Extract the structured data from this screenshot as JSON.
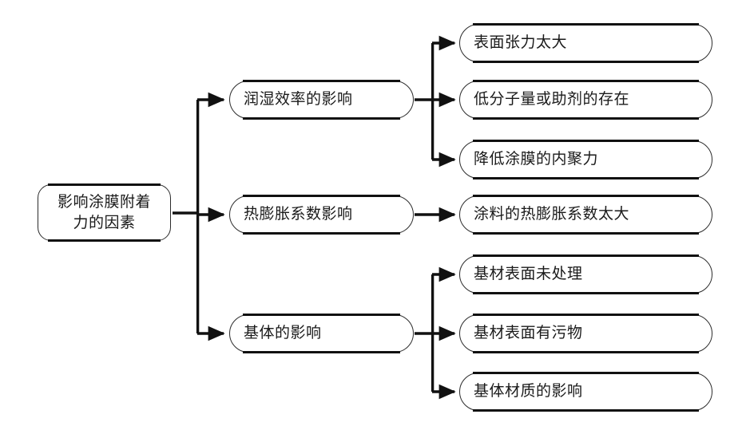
{
  "diagram": {
    "type": "tree-flowchart",
    "title_node": "影响涂膜附着力的因素",
    "colors": {
      "background": "#ffffff",
      "node_border": "#2b2b2b",
      "node_accent": "#111111",
      "node_fill": "#ffffff",
      "connector": "#111111",
      "text": "#1a1a1a"
    },
    "root": {
      "label": "影响涂膜附着\n力的因素"
    },
    "branches": [
      {
        "label": "润湿效率的影响",
        "children": [
          {
            "label": "表面张力太大"
          },
          {
            "label": "低分子量或助剂的存在"
          },
          {
            "label": "降低涂膜的内聚力"
          }
        ]
      },
      {
        "label": "热膨胀系数影响",
        "children": [
          {
            "label": "涂料的热膨胀系数太大"
          }
        ]
      },
      {
        "label": "基体的影响",
        "children": [
          {
            "label": "基材表面未处理"
          },
          {
            "label": "基材表面有污物"
          },
          {
            "label": "基体材质的影响"
          }
        ]
      }
    ]
  }
}
